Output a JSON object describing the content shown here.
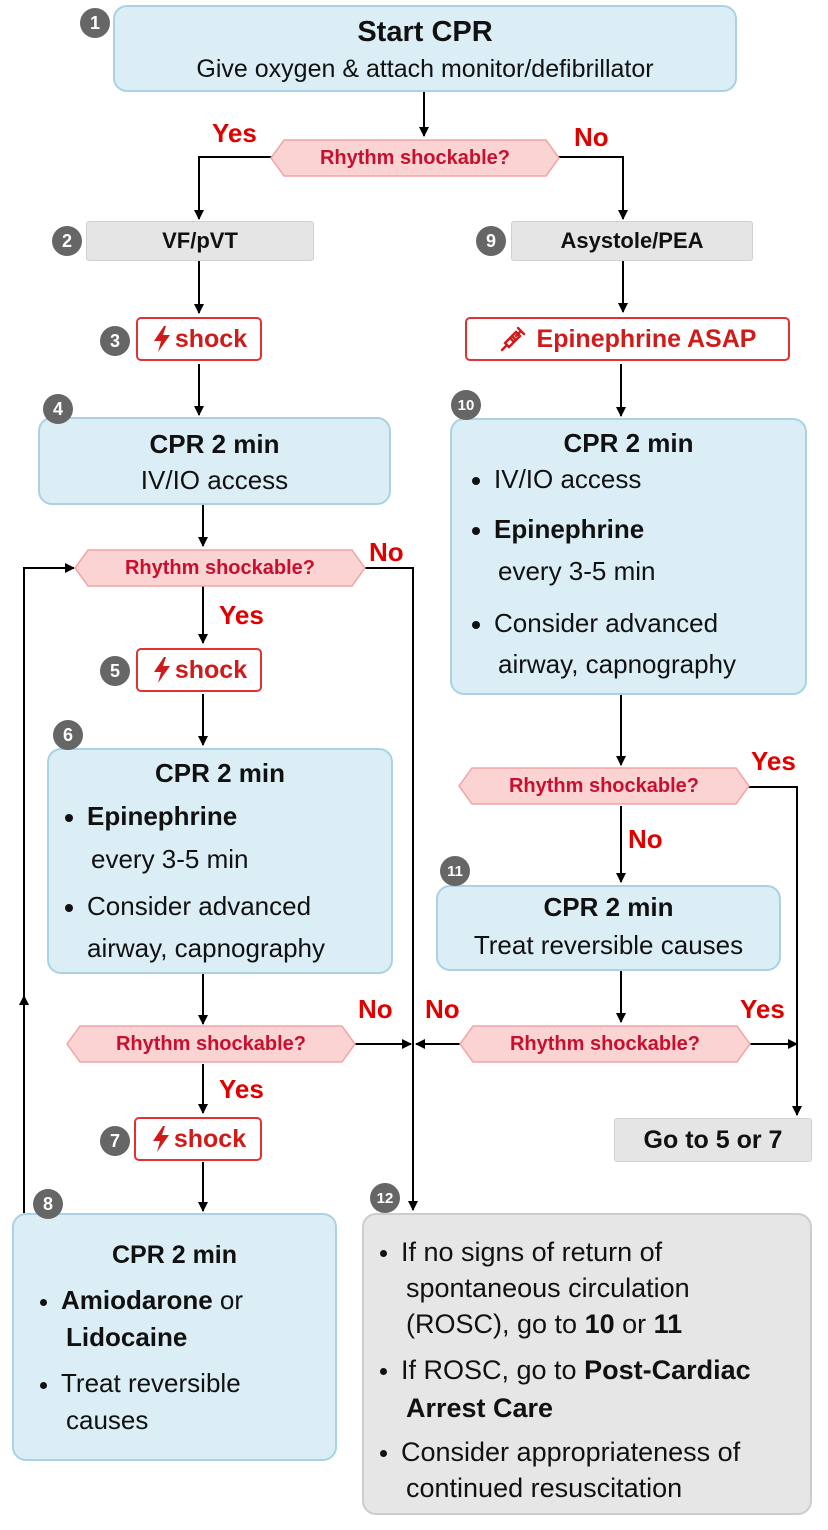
{
  "start": {
    "title": "Start CPR",
    "subtitle": "Give oxygen & attach monitor/defibrillator",
    "badge": "1"
  },
  "decision_label": "Rhythm shockable?",
  "yes": "Yes",
  "no": "No",
  "shock_label": "shock",
  "vf": {
    "label": "VF/pVT",
    "badge": "2"
  },
  "asystole": {
    "label": "Asystole/PEA",
    "badge": "9"
  },
  "shock3_badge": "3",
  "shock5_badge": "5",
  "shock7_badge": "7",
  "epi_asap": "Epinephrine ASAP",
  "box4": {
    "badge": "4",
    "title": "CPR 2 min",
    "line": "IV/IO access"
  },
  "box6": {
    "badge": "6",
    "title": "CPR 2 min",
    "b1_bold": "Epinephrine",
    "b1_rest": "every 3-5 min",
    "b2_line1": "Consider advanced",
    "b2_line2": "airway, capnography"
  },
  "box8": {
    "badge": "8",
    "title": "CPR 2 min",
    "b1_bold1": "Amiodarone",
    "b1_or": "or",
    "b1_bold2": "Lidocaine",
    "b2_line1": "Treat reversible",
    "b2_line2": "causes"
  },
  "box10": {
    "badge": "10",
    "title": "CPR 2 min",
    "b1": "IV/IO access",
    "b2_bold": "Epinephrine",
    "b2_rest": "every 3-5 min",
    "b3_line1": "Consider advanced",
    "b3_line2": "airway, capnography"
  },
  "box11": {
    "badge": "11",
    "title": "CPR 2 min",
    "line": "Treat reversible causes"
  },
  "goto": "Go to 5 or 7",
  "box12": {
    "badge": "12",
    "b1_line1": "If no signs of return of",
    "b1_line2": "spontaneous circulation",
    "b1_line3_pre": "(ROSC), go to",
    "b1_ref1": "10",
    "b1_or": "or",
    "b1_ref2": "11",
    "b2_pre": "If ROSC, go to",
    "b2_bold1": "Post-Cardiac",
    "b2_bold2": "Arrest Care",
    "b3_line1": "Consider appropriateness of",
    "b3_line2": "continued resuscitation"
  },
  "colors": {
    "box_fill": "#dbeef6",
    "box_border": "#a9d2e2",
    "decision_fill": "#fbd3d3",
    "accent_red": "#e00000",
    "badge": "#666666"
  }
}
